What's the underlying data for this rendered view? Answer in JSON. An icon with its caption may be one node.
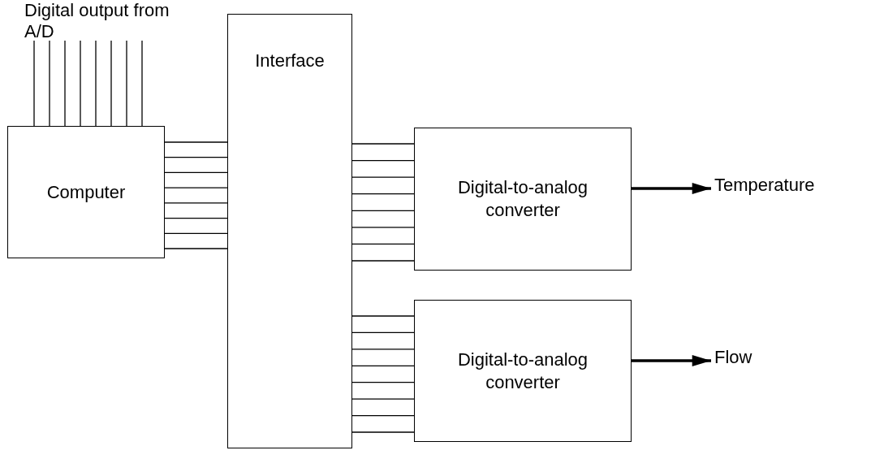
{
  "diagram": {
    "nodes": [
      {
        "text": [
          "Digital output from A/D"
        ]
      },
      {
        "text": [
          "Computer"
        ]
      },
      {
        "text": [
          "Interface"
        ]
      },
      {
        "text": [
          "Digital-to-analog converter"
        ]
      },
      {
        "text": [
          "Digital-to-analog converter"
        ]
      },
      {
        "text": [
          "Temperature"
        ]
      },
      {
        "text": [
          "Flow"
        ]
      }
    ],
    "edges": [
      {
        "from": 0,
        "to": 1,
        "arrow": "none"
      },
      {
        "from": 0,
        "to": 1,
        "arrow": "none"
      },
      {
        "from": 0,
        "to": 1,
        "arrow": "none"
      },
      {
        "from": 0,
        "to": 1,
        "arrow": "none"
      },
      {
        "from": 0,
        "to": 1,
        "arrow": "none"
      },
      {
        "from": 0,
        "to": 1,
        "arrow": "none"
      },
      {
        "from": 0,
        "to": 1,
        "arrow": "none"
      },
      {
        "from": 0,
        "to": 1,
        "arrow": "none"
      },
      {
        "from": 1,
        "to": 2,
        "arrow": "none"
      },
      {
        "from": 1,
        "to": 2,
        "arrow": "none"
      },
      {
        "from": 1,
        "to": 2,
        "arrow": "none"
      },
      {
        "from": 1,
        "to": 2,
        "arrow": "none"
      },
      {
        "from": 1,
        "to": 2,
        "arrow": "none"
      },
      {
        "from": 1,
        "to": 2,
        "arrow": "none"
      },
      {
        "from": 1,
        "to": 2,
        "arrow": "none"
      },
      {
        "from": 1,
        "to": 2,
        "arrow": "none"
      },
      {
        "from": 2,
        "to": 3,
        "arrow": "none"
      },
      {
        "from": 2,
        "to": 3,
        "arrow": "none"
      },
      {
        "from": 2,
        "to": 3,
        "arrow": "none"
      },
      {
        "from": 2,
        "to": 3,
        "arrow": "none"
      },
      {
        "from": 2,
        "to": 3,
        "arrow": "none"
      },
      {
        "from": 2,
        "to": 3,
        "arrow": "none"
      },
      {
        "from": 2,
        "to": 3,
        "arrow": "none"
      },
      {
        "from": 2,
        "to": 3,
        "arrow": "none"
      },
      {
        "from": 2,
        "to": 4,
        "arrow": "none"
      },
      {
        "from": 2,
        "to": 4,
        "arrow": "none"
      },
      {
        "from": 2,
        "to": 4,
        "arrow": "none"
      },
      {
        "from": 2,
        "to": 4,
        "arrow": "none"
      },
      {
        "from": 2,
        "to": 4,
        "arrow": "none"
      },
      {
        "from": 2,
        "to": 4,
        "arrow": "none"
      },
      {
        "from": 2,
        "to": 4,
        "arrow": "none"
      },
      {
        "from": 2,
        "to": 4,
        "arrow": "none"
      },
      {
        "from": 3,
        "to": 5,
        "arrow": "to",
        "style": "thick"
      },
      {
        "from": 4,
        "to": 6,
        "arrow": "to",
        "style": "thick"
      }
    ]
  }
}
